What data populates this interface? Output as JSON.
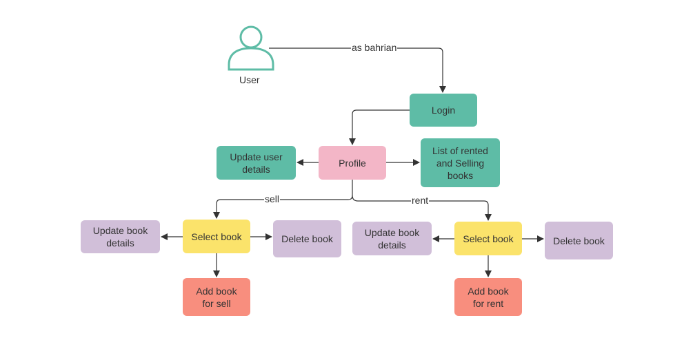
{
  "diagram": {
    "user": {
      "label": "User"
    },
    "edge_labels": {
      "login": "as bahrian",
      "sell": "sell",
      "rent": "rent"
    },
    "nodes": {
      "login": "Login",
      "profile": "Profile",
      "update_user": "Update user\ndetails",
      "list_books": "List of rented\nand Selling\nbooks",
      "sell_select": "Select book",
      "sell_update": "Update book\ndetails",
      "sell_delete": "Delete book",
      "sell_add": "Add book\nfor sell",
      "rent_select": "Select book",
      "rent_update": "Update book\ndetails",
      "rent_delete": "Delete book",
      "rent_add": "Add book\nfor rent"
    },
    "colors": {
      "teal": "#5ebca6",
      "pink": "#f3b6c7",
      "yellow": "#fbe36b",
      "lavender": "#d1bfd9",
      "salmon": "#f88e7e",
      "user_icon": "#5ebca6",
      "line": "#333333"
    }
  }
}
